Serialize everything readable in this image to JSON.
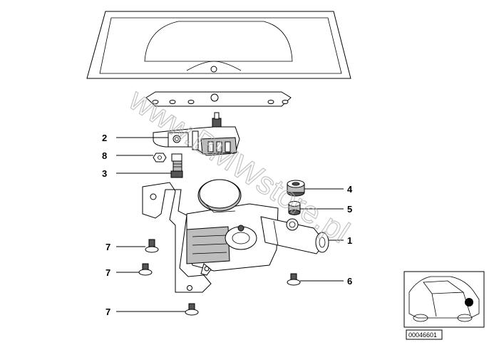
{
  "watermark": "www.BMWstore.pl",
  "reference_code": "00046601",
  "callouts": [
    {
      "id": "2",
      "label": "2"
    },
    {
      "id": "8",
      "label": "8"
    },
    {
      "id": "3",
      "label": "3"
    },
    {
      "id": "4",
      "label": "4"
    },
    {
      "id": "5",
      "label": "5"
    },
    {
      "id": "1",
      "label": "1"
    },
    {
      "id": "7a",
      "label": "7"
    },
    {
      "id": "7b",
      "label": "7"
    },
    {
      "id": "6",
      "label": "6"
    },
    {
      "id": "7c",
      "label": "7"
    }
  ]
}
